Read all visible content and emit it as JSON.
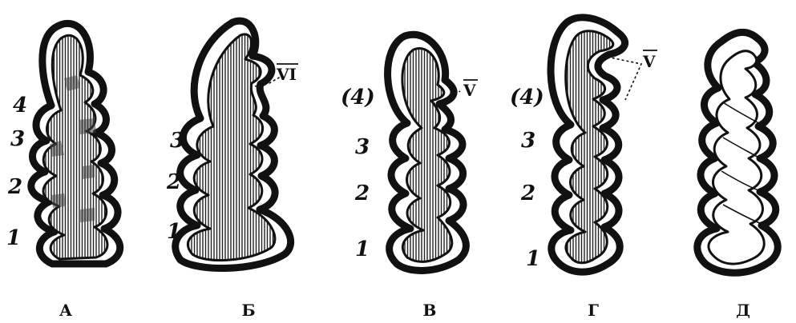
{
  "figure": {
    "panels": [
      {
        "id": "A",
        "caption": "А",
        "numbers": [
          "4",
          "3",
          "2",
          "1"
        ],
        "roman": "",
        "roman_overline": false
      },
      {
        "id": "B",
        "caption": "Б",
        "numbers": [
          "3",
          "2",
          "1"
        ],
        "roman": "VI",
        "roman_overline": true
      },
      {
        "id": "V",
        "caption": "В",
        "numbers": [
          "(4)",
          "3",
          "2",
          "1"
        ],
        "roman": "V",
        "roman_overline": true
      },
      {
        "id": "G",
        "caption": "Г",
        "numbers": [
          "(4)",
          "3",
          "2",
          "1"
        ],
        "roman": "V",
        "roman_overline": true
      },
      {
        "id": "D",
        "caption": "Д",
        "numbers": [],
        "roman": "",
        "roman_overline": false
      }
    ],
    "colors": {
      "ink": "#111111",
      "paper": "#ffffff"
    }
  }
}
